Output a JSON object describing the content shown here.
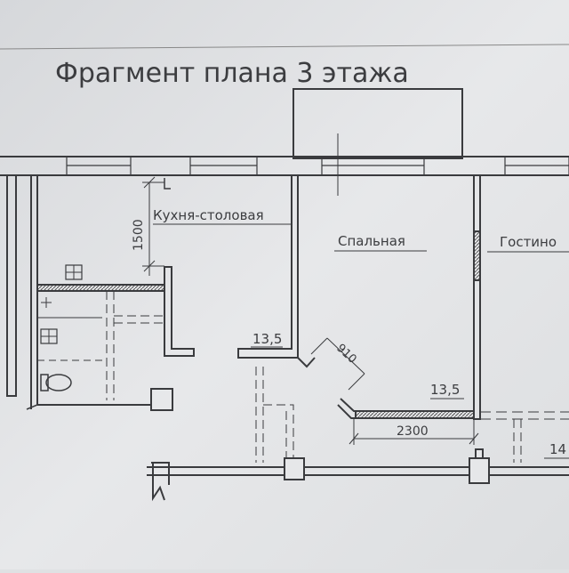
{
  "title": "Фрагмент плана 3 этажа",
  "rooms": {
    "kitchen": {
      "label": "Кухня-столовая",
      "area": "13,5"
    },
    "bedroom": {
      "label": "Спальная",
      "area": "13,5"
    },
    "living": {
      "label": "Гостино",
      "area": "14"
    }
  },
  "dimensions": {
    "kitchen_depth": "1500",
    "door_width": "910",
    "wall_length": "2300"
  }
}
